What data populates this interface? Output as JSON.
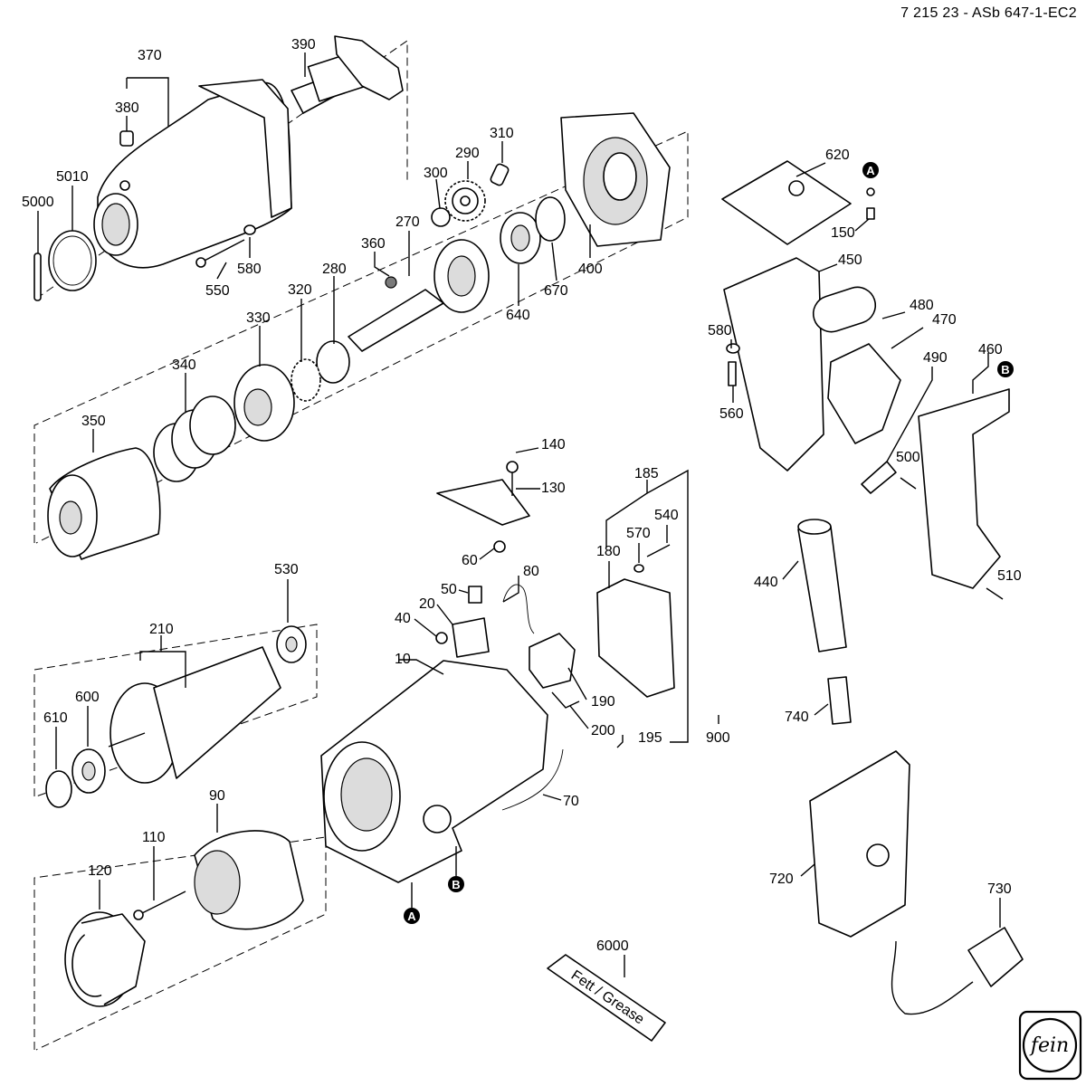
{
  "document": {
    "number": "7 215 23 - ASb 647-1-EC2"
  },
  "callouts": {
    "p370": "370",
    "p390": "390",
    "p380": "380",
    "p5010": "5010",
    "p5000": "5000",
    "p550": "550",
    "p580a": "580",
    "p310": "310",
    "p290": "290",
    "p300": "300",
    "p270": "270",
    "p360": "360",
    "p280": "280",
    "p320": "320",
    "p330": "330",
    "p340": "340",
    "p350": "350",
    "p640": "640",
    "p670": "670",
    "p400": "400",
    "p620": "620",
    "p150": "150",
    "p450": "450",
    "p480": "480",
    "p470": "470",
    "p580b": "580",
    "p560": "560",
    "p490": "490",
    "p460": "460",
    "p500": "500",
    "p510": "510",
    "p140": "140",
    "p130": "130",
    "p185": "185",
    "p540": "540",
    "p570": "570",
    "p180": "180",
    "p60": "60",
    "p80": "80",
    "p50": "50",
    "p20": "20",
    "p40": "40",
    "p10": "10",
    "p190": "190",
    "p200": "200",
    "p195": "195",
    "p900": "900",
    "p70": "70",
    "p530": "530",
    "p210": "210",
    "p600": "600",
    "p610": "610",
    "p90": "90",
    "p110": "110",
    "p120": "120",
    "p440": "440",
    "p740": "740",
    "p720": "720",
    "p730": "730",
    "p6000": "6000"
  },
  "markers": {
    "a": "A",
    "b": "B"
  },
  "tube_label": "Fett / Grease",
  "logo": {
    "text": "fein",
    "icon": "fein-logo-icon"
  },
  "colors": {
    "line": "#000000",
    "background": "#ffffff",
    "marker_fill": "#000000"
  }
}
